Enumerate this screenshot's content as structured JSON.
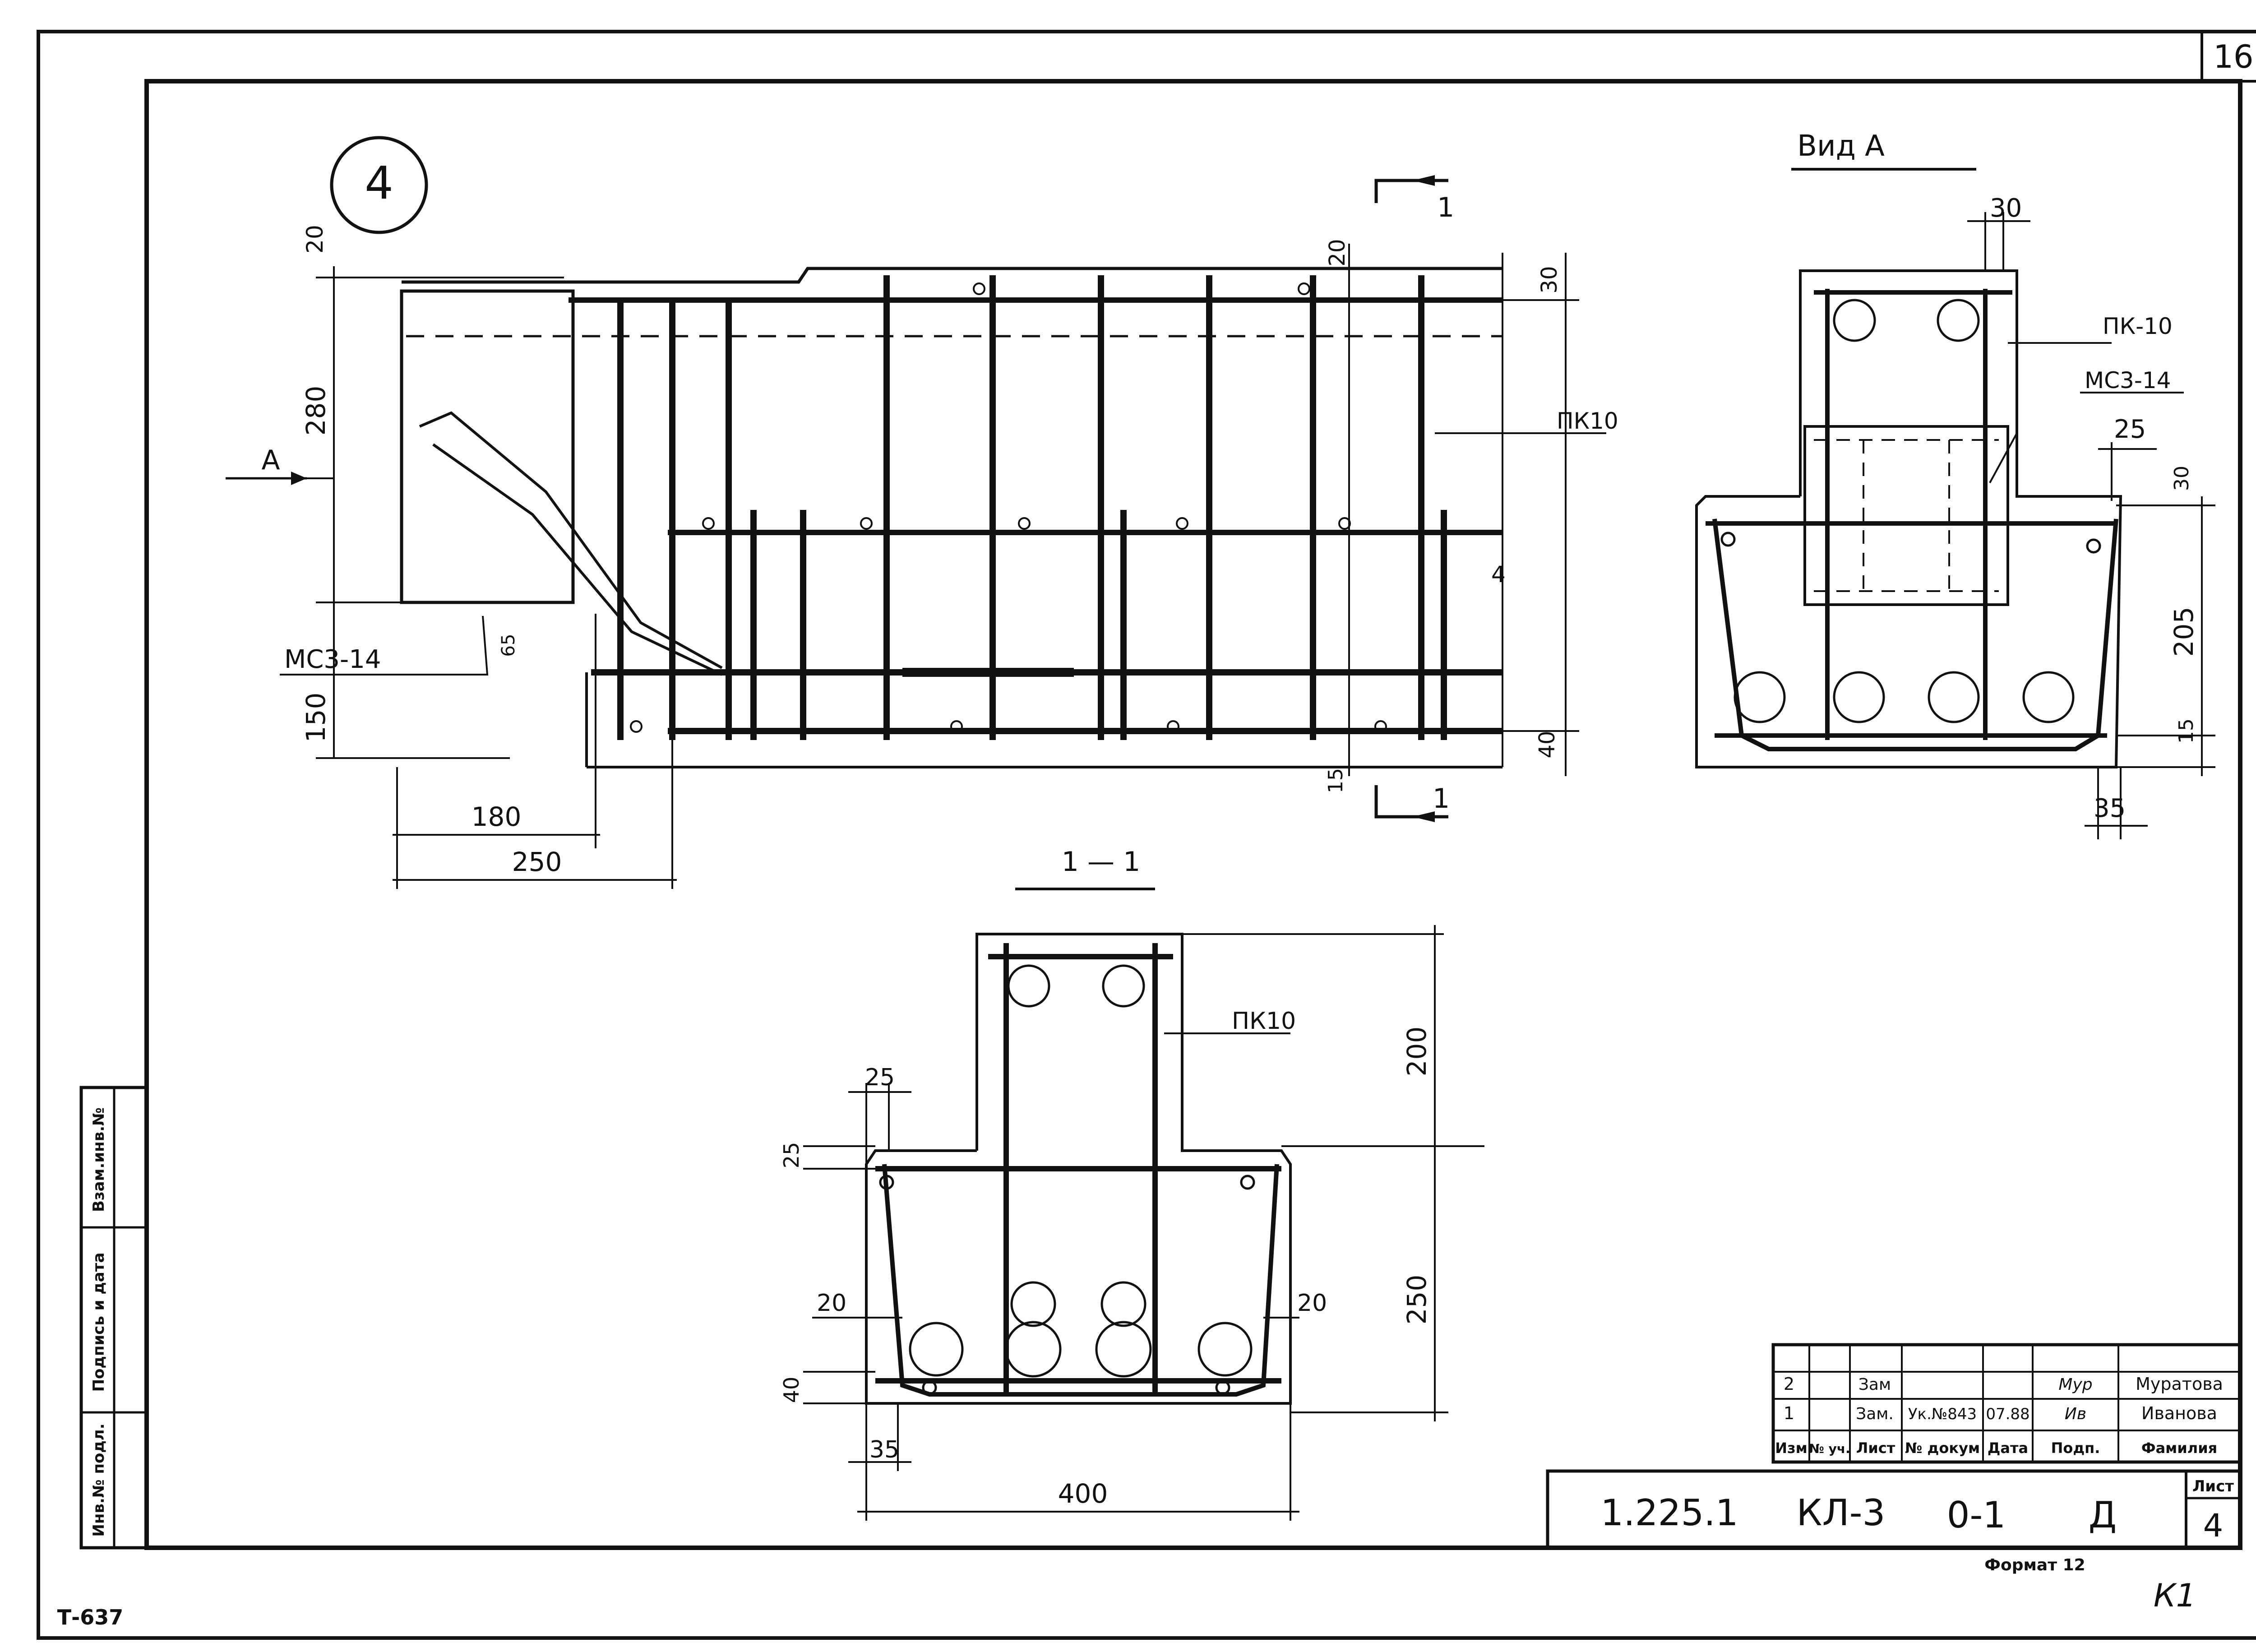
{
  "sheet": {
    "page_number": "16",
    "left_code": "Т-637",
    "corner_mark": "К1",
    "format": "Формат 12"
  },
  "side_stamp": {
    "rows": [
      "Взам.инв.№",
      "Подпись и дата",
      "Инв.№ подл."
    ]
  },
  "main_view": {
    "number": "4",
    "arrow_label": "А",
    "section_mark_top": "1",
    "section_mark_bottom": "1",
    "dims": {
      "d20_top": "20",
      "d280": "280",
      "d150": "150",
      "d180": "180",
      "d250": "250",
      "d65": "65",
      "d20_right": "20",
      "d30": "30",
      "d40": "40",
      "d15": "15"
    },
    "labels": {
      "mc3": "МС3-14",
      "pk10": "ПК10",
      "mark4": "4"
    }
  },
  "view_a": {
    "title": "Вид А",
    "dims": {
      "d30": "30",
      "d25": "25",
      "d30b": "30",
      "d205": "205",
      "d15": "15",
      "d35": "35"
    },
    "labels": {
      "pk10": "ПК-10",
      "mc3": "МС3-14"
    }
  },
  "section_1": {
    "title": "1 — 1",
    "dims": {
      "d200": "200",
      "d250": "250",
      "d25a": "25",
      "d25b": "25",
      "d20a": "20",
      "d20b": "20",
      "d40": "40",
      "d35": "35",
      "d400": "400"
    },
    "labels": {
      "pk10": "ПК10"
    }
  },
  "title_block": {
    "code": "1.225.1",
    "mark": "КЛ-3",
    "sheet_code": "0-1",
    "stage": "Д",
    "sheet_label": "Лист",
    "sheet_number": "4",
    "columns": [
      "Изм",
      "№ уч.",
      "Лист",
      "№ докум",
      "Дата",
      "Подп.",
      "Фамилия"
    ],
    "rows": [
      {
        "izm": "2",
        "uch": "",
        "list": "Зам",
        "doc": "",
        "date": "",
        "sign": "Мур",
        "name": "Муратова"
      },
      {
        "izm": "1",
        "uch": "",
        "list": "Зам.",
        "doc": "Ук.№843",
        "date": "07.88",
        "sign": "Ив",
        "name": "Иванова"
      }
    ]
  }
}
